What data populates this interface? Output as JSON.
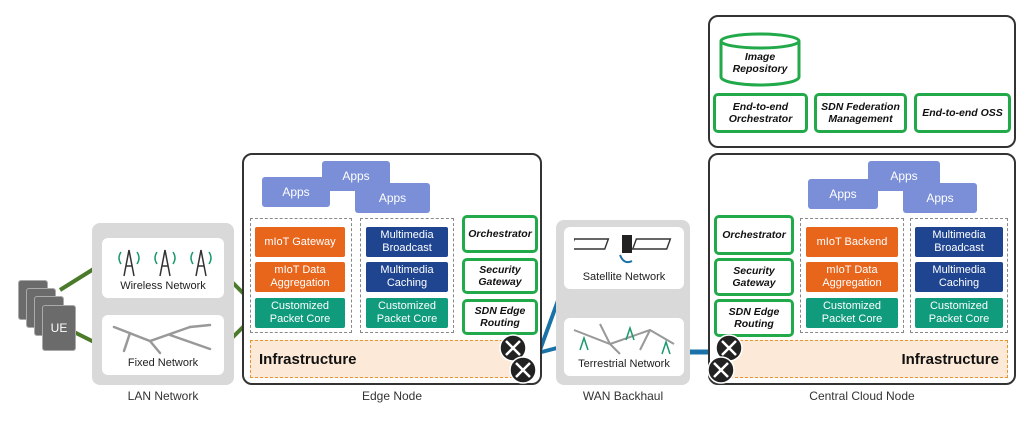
{
  "ue": {
    "label": "UE"
  },
  "lan": {
    "wireless": "Wireless Network",
    "fixed": "Fixed Network",
    "label": "LAN Network"
  },
  "edge": {
    "label": "Edge Node",
    "apps": [
      "Apps",
      "Apps",
      "Apps"
    ],
    "col1": [
      "mIoT Gateway",
      "mIoT Data Aggregation",
      "Customized Packet Core"
    ],
    "col2": [
      "Multimedia Broadcast",
      "Multimedia Caching",
      "Customized Packet Core"
    ],
    "green": [
      "Orchestrator",
      "Security Gateway",
      "SDN Edge Routing"
    ],
    "infrastructure": "Infrastructure"
  },
  "wan": {
    "satellite": "Satellite Network",
    "terrestrial": "Terrestrial Network",
    "label": "WAN Backhaul"
  },
  "cloud": {
    "label": "Central Cloud Node",
    "apps": [
      "Apps",
      "Apps",
      "Apps"
    ],
    "green": [
      "Orchestrator",
      "Security Gateway",
      "SDN Edge Routing"
    ],
    "col1": [
      "mIoT Backend",
      "mIoT Data Aggregation",
      "Customized Packet Core"
    ],
    "col2": [
      "Multimedia Broadcast",
      "Multimedia Caching",
      "Customized Packet Core"
    ],
    "infrastructure": "Infrastructure"
  },
  "mgmt": {
    "image_repository": "Image Repository",
    "e2e_orchestrator": "End-to-end Orchestrator",
    "sdn_federation": "SDN Federation Management",
    "e2e_oss": "End-to-end OSS"
  },
  "colors": {
    "orange": "#e8651c",
    "navy": "#1f4590",
    "teal": "#0f9b7c",
    "green_border": "#22a94a",
    "apps": "#7a8fd8",
    "link": "#1a73a8"
  }
}
